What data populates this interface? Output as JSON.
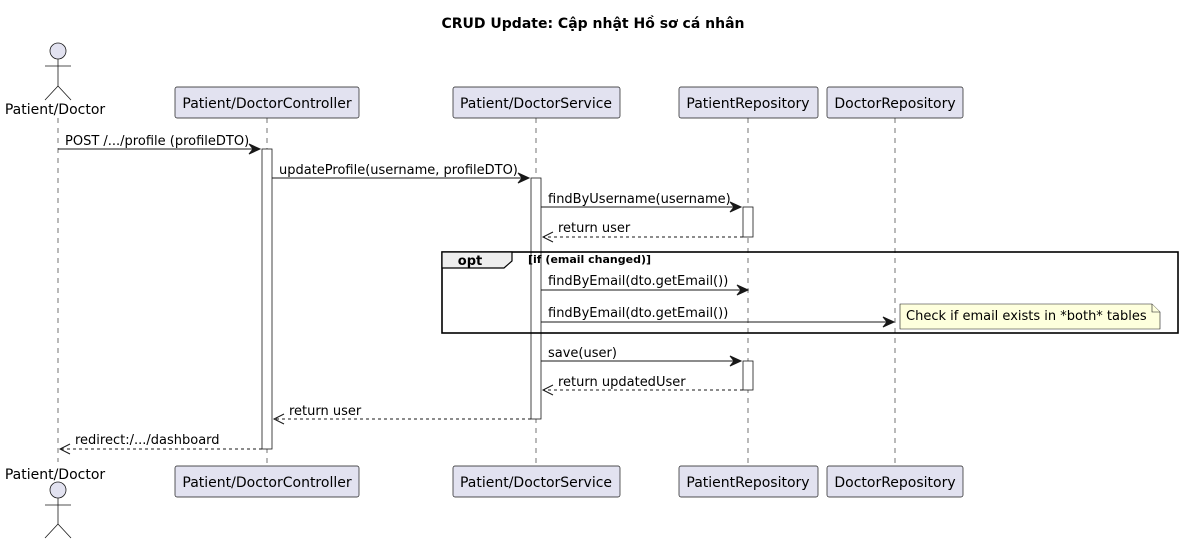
{
  "title": "CRUD Update: Cập nhật Hồ sơ cá nhân",
  "participants": {
    "actor": "Patient/Doctor",
    "controller": "Patient/DoctorController",
    "service": "Patient/DoctorService",
    "patient_repo": "PatientRepository",
    "doctor_repo": "DoctorRepository"
  },
  "messages": {
    "m1": "POST /.../profile (profileDTO)",
    "m2": "updateProfile(username, profileDTO)",
    "m3": "findByUsername(username)",
    "m4": "return user",
    "m5": "findByEmail(dto.getEmail())",
    "m6": "findByEmail(dto.getEmail())",
    "m7": "save(user)",
    "m8": "return updatedUser",
    "m9": "return user",
    "m10": "redirect:/.../dashboard"
  },
  "fragment": {
    "type": "opt",
    "guard": "[if (email changed)]"
  },
  "note": "Check if email exists in *both* tables",
  "colors": {
    "participant_fill": "#E2E2F0",
    "note_fill": "#FEFFDD",
    "line": "#181818"
  }
}
